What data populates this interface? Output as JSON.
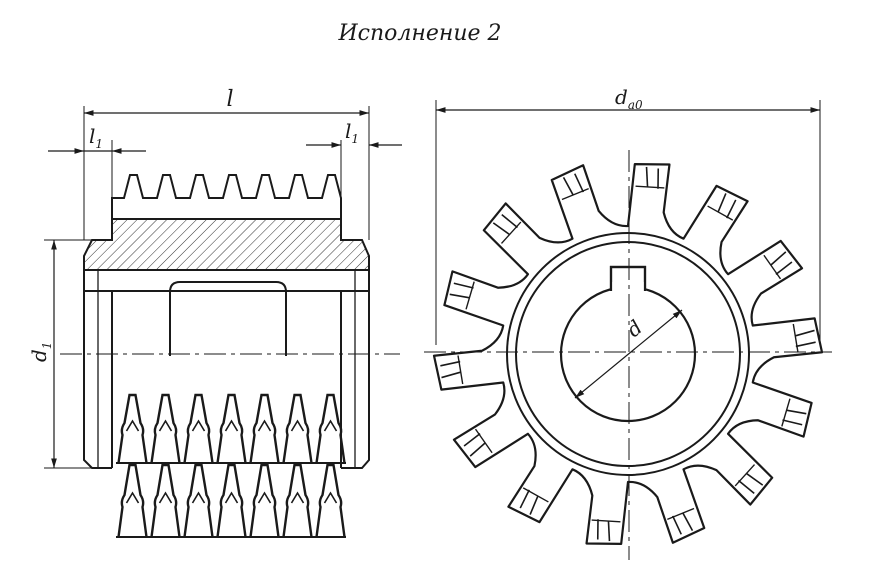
{
  "title": "Исполнение 2",
  "labels": {
    "length": "l",
    "end_length_left": "l",
    "end_length_right": "l",
    "sub_1": "1",
    "hub_diameter": "d",
    "tip_diameter": "d",
    "tip_sub": "a0",
    "bore_diameter": "d"
  },
  "colors": {
    "ink": "#1a1a1a",
    "paper": "#ffffff"
  },
  "teeth_count": 14
}
